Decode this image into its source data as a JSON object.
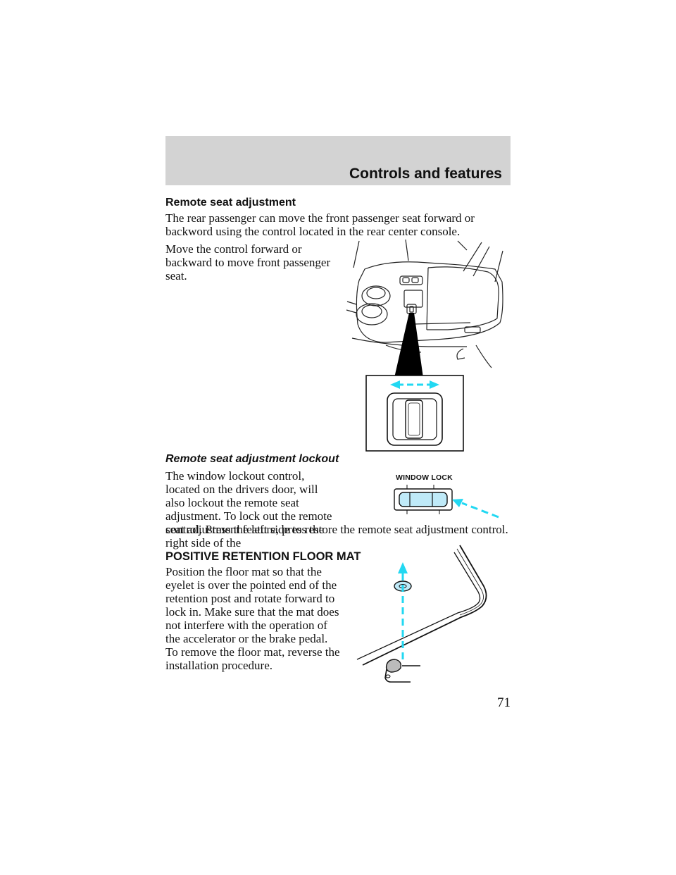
{
  "header": {
    "section_title": "Controls and features"
  },
  "remote_seat": {
    "heading": "Remote seat adjustment",
    "intro": "The rear passenger can move the front passenger seat forward or backword using the control located in the rear center console.",
    "instruction": "Move the control forward or backward to move front passenger seat."
  },
  "lockout": {
    "heading": "Remote seat adjustment lockout",
    "text_narrow": "The window lockout control, located on the drivers door, will also lockout the remote seat adjustment. To lock out the remote seat adjustment feature, press the right side of the",
    "text_wide": "control. Press the left side to restore the remote seat adjustment control.",
    "switch_label": "WINDOW LOCK"
  },
  "floor_mat": {
    "heading": "POSITIVE RETENTION FLOOR MAT",
    "text": "Position the floor mat so that the eyelet is over the pointed end of the retention post and rotate forward to lock in. Make sure that the mat does not interfere with the operation of the accelerator or the brake pedal. To remove the floor mat, reverse the installation procedure."
  },
  "colors": {
    "header_band": "#d3d3d3",
    "accent_cyan": "#22d8f2",
    "switch_fill": "#bfeaf8"
  },
  "icons": [
    "console-illustration",
    "seat-control-inset",
    "window-lock-switch-illustration",
    "floor-mat-retention-illustration"
  ],
  "page_number": "71"
}
